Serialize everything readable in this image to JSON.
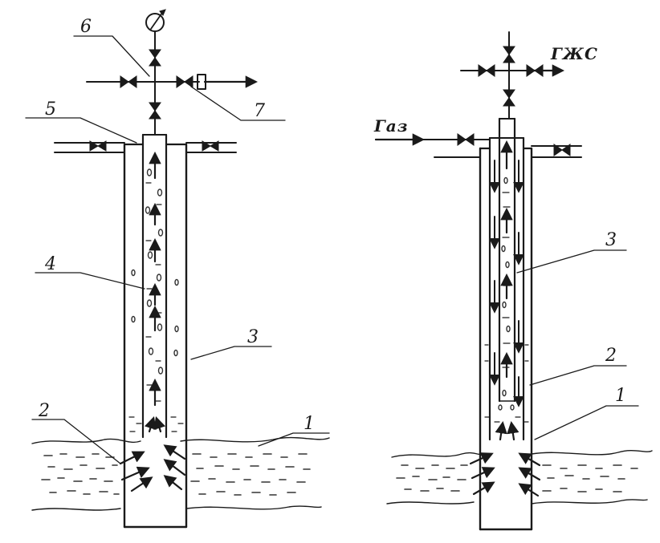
{
  "left_diagram": {
    "labels": {
      "l1": "1",
      "l2": "2",
      "l3": "3",
      "l4": "4",
      "l5": "5",
      "l6": "6",
      "l7": "7"
    }
  },
  "right_diagram": {
    "labels": {
      "l1": "1",
      "l2": "2",
      "l3": "3",
      "gas_in": "Газ",
      "gzhs_out": "ГЖС"
    }
  }
}
